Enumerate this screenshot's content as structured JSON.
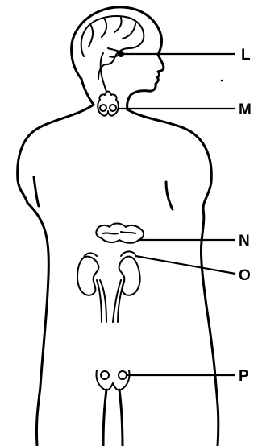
{
  "labels": {
    "L": "L",
    "M": "M",
    "N": "N",
    "O": "O",
    "P": "P"
  }
}
